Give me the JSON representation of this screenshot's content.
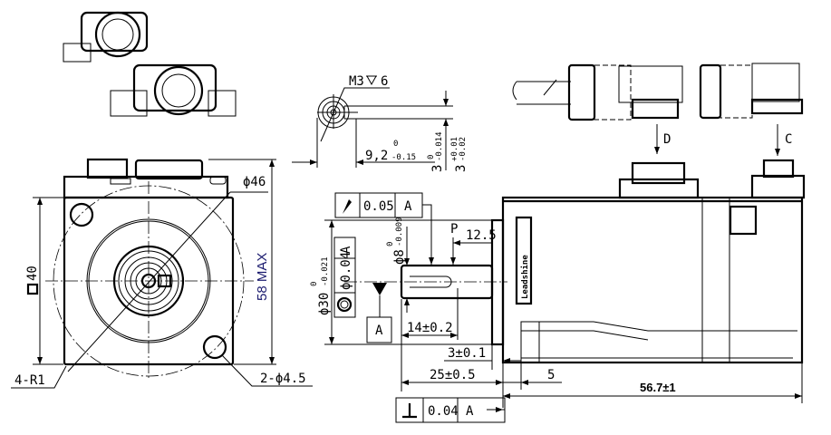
{
  "front_view": {
    "square_label": "40",
    "height_label": "58 MAX",
    "pcd_label": "ϕ46",
    "corner_radius_label": "4-R1",
    "holes_label": "2-ϕ4.5"
  },
  "shaft_detail": {
    "thread_label": "M3",
    "thread_depth": "6",
    "flat_label": "9,2",
    "flat_tol_upper": "0",
    "flat_tol_lower": "-0.15",
    "key_width_a": "3",
    "key_width_a_upper": "0",
    "key_width_a_lower": "-0.014",
    "key_width_b": "3",
    "key_width_b_upper": "+0.01",
    "key_width_b_lower": "-0.02"
  },
  "connectors": {
    "view_d": "D",
    "view_c": "C"
  },
  "side_view": {
    "runout_value": "0.05",
    "runout_datum": "A",
    "shaft_dia": "ϕ8",
    "shaft_dia_upper": "0",
    "shaft_dia_lower": "-0.009",
    "pilot_dia": "ϕ30",
    "pilot_dia_upper": "0",
    "pilot_dia_lower": "-0.021",
    "coax_value": "ϕ0.04",
    "coax_datum": "A",
    "datum_label": "A",
    "point_label": "P",
    "p_distance": "12.5",
    "key_length": "14±0.2",
    "flange_thickness": "3±0.1",
    "shaft_length": "25±0.5",
    "flange_offset": "5",
    "body_length": "56.7±1",
    "perp_value": "0.04",
    "perp_datum": "A",
    "brand_logo": "Leadshine"
  }
}
